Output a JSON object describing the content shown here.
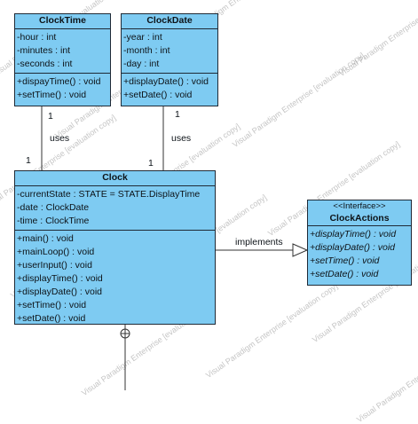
{
  "watermark": "Visual Paradigm Enterprise [evaluation copy]",
  "colors": {
    "class_fill": "#7ecbf2",
    "border": "#1f2a36",
    "line": "#333333"
  },
  "classes": {
    "clocktime": {
      "name": "ClockTime",
      "attributes": [
        "-hour : int",
        "-minutes : int",
        "-seconds : int"
      ],
      "operations": [
        "+dispayTime() : void",
        "+setTime() : void"
      ]
    },
    "clockdate": {
      "name": "ClockDate",
      "attributes": [
        "-year : int",
        "-month : int",
        "-day : int"
      ],
      "operations": [
        "+displayDate() : void",
        "+setDate() : void"
      ]
    },
    "clock": {
      "name": "Clock",
      "attributes": [
        "-currentState : STATE = STATE.DisplayTime",
        "-date : ClockDate",
        "-time : ClockTime"
      ],
      "operations": [
        "+main() : void",
        "+mainLoop() : void",
        "+userInput() : void",
        "+displayTime() : void",
        "+displayDate() : void",
        "+setTime() : void",
        "+setDate() : void"
      ]
    },
    "clockactions": {
      "stereotype": "<<Interface>>",
      "name": "ClockActions",
      "operations": [
        "+displayTime() : void",
        "+displayDate() : void",
        "+setTime() : void",
        "+setDate() : void"
      ]
    }
  },
  "relations": {
    "uses_time": {
      "label": "uses",
      "mult_top": "1",
      "mult_bottom": "1"
    },
    "uses_date": {
      "label": "uses",
      "mult_top": "1",
      "mult_bottom": "1"
    },
    "implements": {
      "label": "implements"
    }
  }
}
